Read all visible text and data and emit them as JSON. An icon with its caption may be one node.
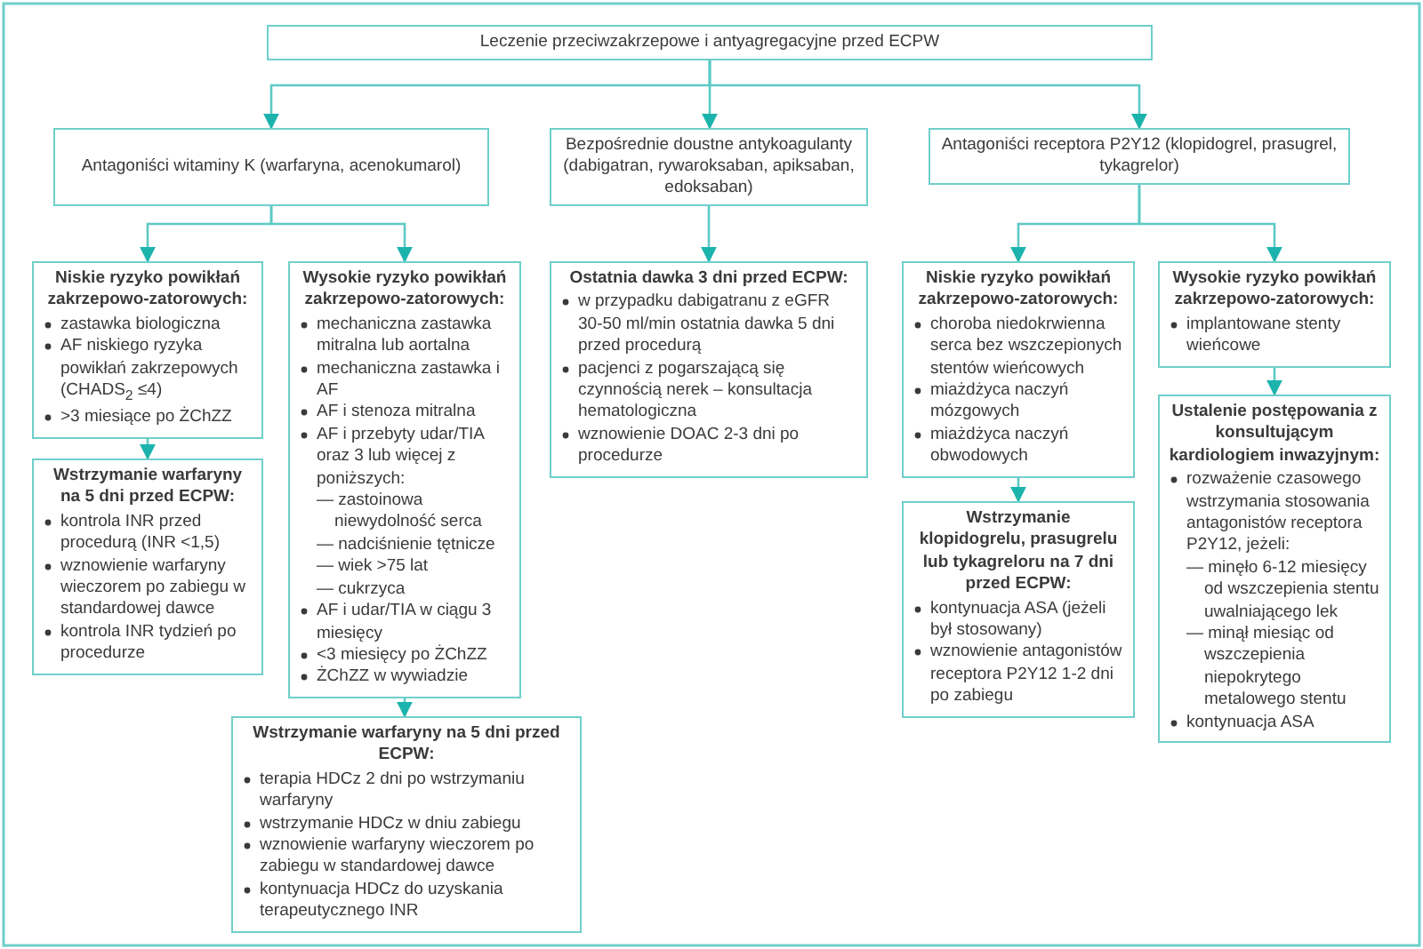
{
  "diagram": {
    "nodes": [
      {
        "text": [
          "Leczenie przeciwzakrzepowe i antyagregacyjne przed ECPW"
        ]
      },
      {
        "text": [
          "Antagoniści witaminy K (warfaryna, acenokumarol)"
        ]
      },
      {
        "text": [
          "Bezpośrednie doustne antykoagulanty (dabigatran, rywaroksaban, apiksaban, edoksaban)"
        ]
      },
      {
        "text": [
          "Antagoniści receptora P2Y12 (klopidogrel, prasugrel, tykagrelor)"
        ]
      },
      {
        "text": [
          "Niskie ryzyko powikłań zakrzepowo-zatorowych:",
          "zastawka biologiczna",
          "AF niskiego ryzyka powikłań zakrzepowych (CHADS$_{2}$ ≤4)",
          ">3 miesiące po ŻChZZ"
        ]
      },
      {
        "text": [
          "Wysokie ryzyko powikłań zakrzepowo-zatorowych:",
          "mechaniczna zastawka mitralna lub aortalna",
          "mechaniczna zastawka i AF",
          "AF i stenoza mitralna",
          "AF i przebyty udar/TIA oraz 3 lub więcej z poniższych:",
          "— zastoinowa niewydolność serca",
          "— nadciśnienie tętnicze",
          "— wiek >75 lat",
          "— cukrzyca",
          "AF i udar/TIA w ciągu 3 miesięcy",
          "<3 miesięcy po ŻChZZ",
          "ŻChZZ w wywiadzie"
        ]
      },
      {
        "text": [
          "Ostatnia dawka 3 dni przed ECPW:",
          "w przypadku dabigatranu z eGFR 30-50 ml/min ostatnia dawka 5 dni przed procedurą",
          "pacjenci z pogarszającą się czynnością nerek – konsultacja hematologiczna",
          "wznowienie DOAC 2-3 dni po procedurze"
        ]
      },
      {
        "text": [
          "Wstrzymanie warfaryny na 5 dni przed ECPW:",
          "kontrola INR przed procedurą (INR <1,5)",
          "wznowienie warfaryny wieczorem po zabiegu w standardowej dawce",
          "kontrola INR tydzień po procedurze"
        ]
      },
      {
        "text": [
          "Niskie ryzyko powikłań zakrzepowo-zatorowych:",
          "choroba niedokrwienna serca bez wszczepionych stentów wieńcowych",
          "miażdżyca naczyń mózgowych",
          "miażdżyca naczyń obwodowych"
        ]
      },
      {
        "text": [
          "Wysokie ryzyko powikłań zakrzepowo-zatorowych:",
          "implantowane stenty wieńcowe"
        ]
      },
      {
        "text": [
          "Wstrzymanie klopidogrelu, prasugrelu lub tykagreloru na 7 dni przed ECPW:",
          "kontynuacja ASA (jeżeli był stosowany)",
          "wznowienie antagonistów receptora P2Y12 1-2 dni po zabiegu"
        ]
      },
      {
        "text": [
          "Ustalenie postępowania z konsultującym kardiologiem inwazyjnym:",
          "rozważenie czasowego wstrzymania stosowania antagonistów receptora P2Y12, jeżeli:",
          "— minęło 6-12 miesięcy od wszczepienia stentu uwalniającego lek",
          "— minął miesiąc od wszczepienia niepokrytego metalowego stentu",
          "kontynuacja ASA"
        ]
      },
      {
        "text": [
          "Wstrzymanie warfaryny na 5 dni przed ECPW:",
          "terapia HDCz 2 dni po wstrzymaniu warfaryny",
          "wstrzymanie HDCz w dniu zabiegu",
          "wznowienie warfaryny wieczorem po zabiegu w standardowej dawce",
          "kontynuacja HDCz do uzyskania terapeutycznego INR"
        ]
      }
    ],
    "edges": [
      {
        "from": 0,
        "to": 1,
        "arrow": "to"
      },
      {
        "from": 0,
        "to": 2,
        "arrow": "to"
      },
      {
        "from": 0,
        "to": 3,
        "arrow": "to"
      },
      {
        "from": 1,
        "to": 4,
        "arrow": "to"
      },
      {
        "from": 1,
        "to": 5,
        "arrow": "to"
      },
      {
        "from": 2,
        "to": 6,
        "arrow": "to"
      },
      {
        "from": 3,
        "to": 8,
        "arrow": "to"
      },
      {
        "from": 3,
        "to": 9,
        "arrow": "to"
      },
      {
        "from": 4,
        "to": 7,
        "arrow": "to"
      },
      {
        "from": 5,
        "to": 12,
        "arrow": "to"
      },
      {
        "from": 8,
        "to": 10,
        "arrow": "to"
      },
      {
        "from": 9,
        "to": 11,
        "arrow": "to"
      }
    ]
  }
}
